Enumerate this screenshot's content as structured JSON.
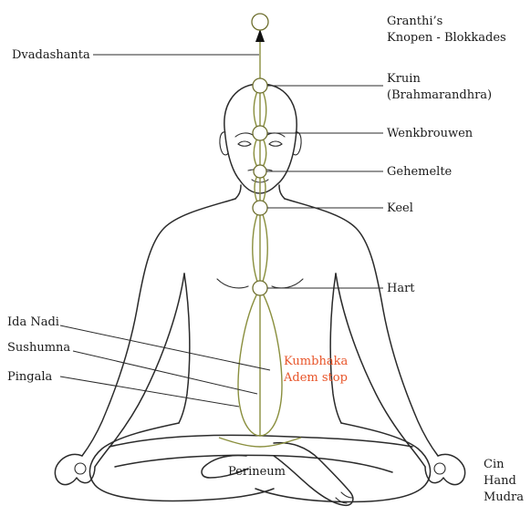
{
  "labels": {
    "granthi_line1": "Granthi’s",
    "granthi_line2": "Knopen - Blokkades",
    "dvadashanta": "Dvadashanta",
    "kruin_line1": "Kruin",
    "kruin_line2": "(Brahmarandhra)",
    "wenkbrouwen": "Wenkbrouwen",
    "gehemelte": "Gehemelte",
    "keel": "Keel",
    "hart": "Hart",
    "ida_nadi": "Ida Nadi",
    "sushumna": "Sushumna",
    "pingala": "Pingala",
    "kumbhaka_line1": "Kumbhaka",
    "kumbhaka_line2": "Adem stop",
    "perineum": "Perineum",
    "cin_line1": "Cin",
    "cin_line2": "Hand",
    "cin_line3": "Mudra"
  },
  "colors": {
    "ink": "#2b2b2b",
    "nadi": "#8a8f3e",
    "highlight": "#e8552a"
  }
}
